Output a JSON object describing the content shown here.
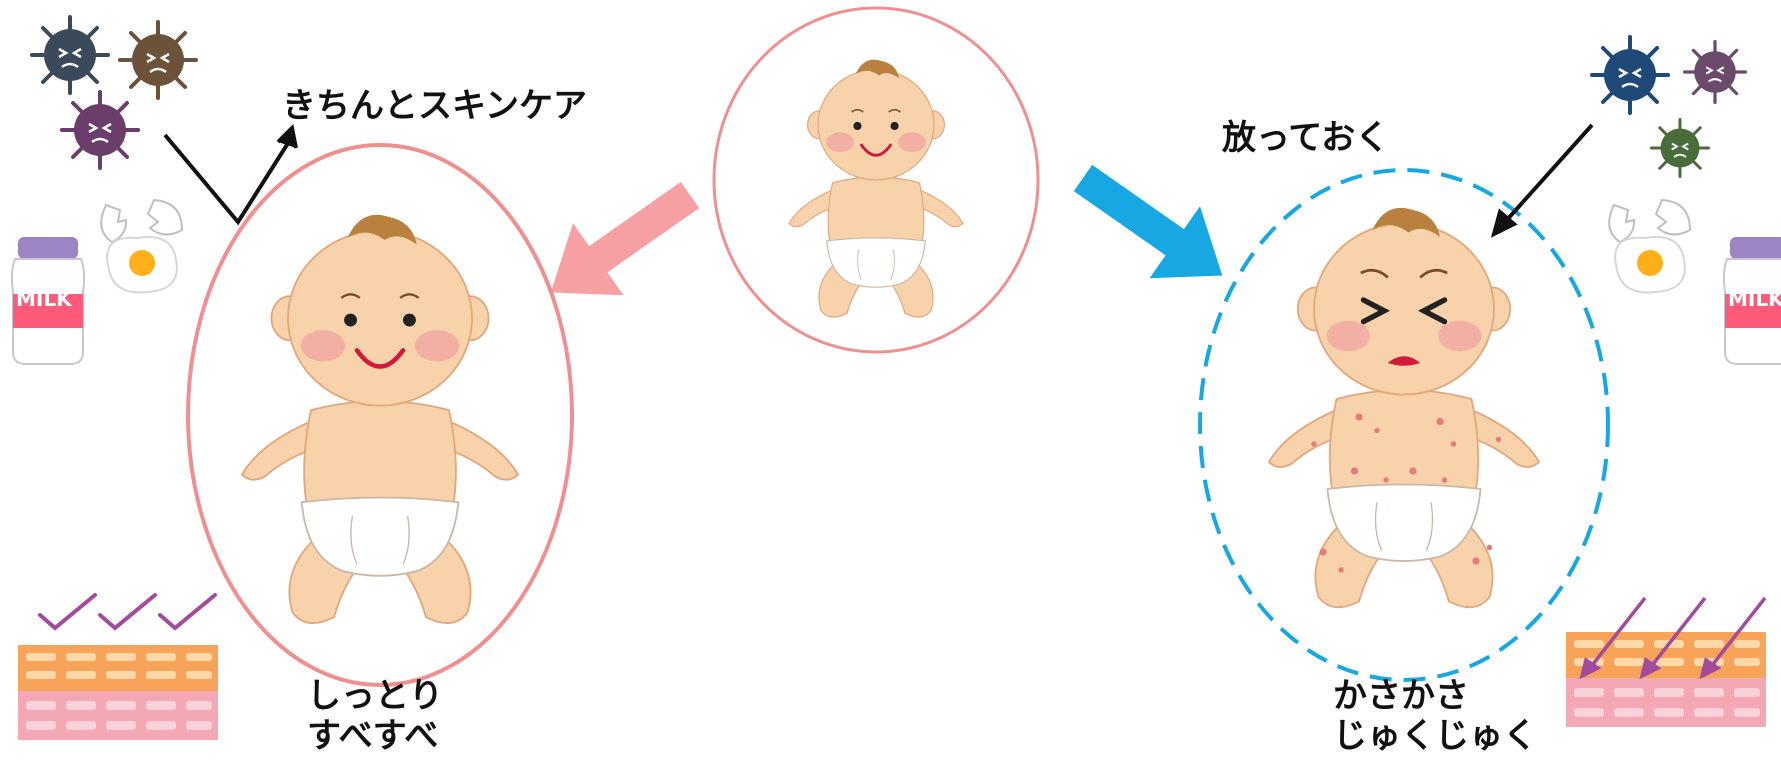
{
  "labels": {
    "skincare": "きちんとスキンケア",
    "leave_alone": "放っておく",
    "good_skin": "しっとり\nすべすべ",
    "bad_skin": "かさかさ\nじゅくじゅく"
  },
  "milk_text": "MILK",
  "colors": {
    "pink": "#f08f8f",
    "pink_arrow": "#f7a0a3",
    "blue": "#17a7e3",
    "skin": "#f8d2ab",
    "hair": "#b9803e",
    "cheek": "#f3a3a3"
  },
  "icons": [
    "germ-icon",
    "milk-bottle-icon",
    "egg-icon",
    "skin-layer-icon",
    "baby-icon"
  ]
}
